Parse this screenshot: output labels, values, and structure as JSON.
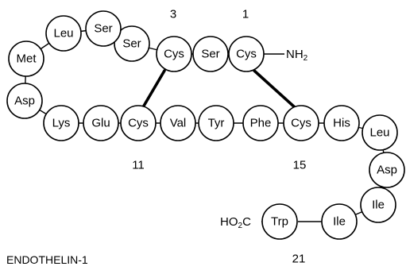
{
  "title": "ENDOTHELIN-1",
  "n_terminus": {
    "main": "NH",
    "sub": "2"
  },
  "c_terminus": {
    "pre": "HO",
    "sub": "2",
    "post": "C"
  },
  "residues": [
    "Cys",
    "Ser",
    "Cys",
    "Ser",
    "Ser",
    "Leu",
    "Met",
    "Asp",
    "Lys",
    "Glu",
    "Cys",
    "Val",
    "Tyr",
    "Phe",
    "Cys",
    "His",
    "Leu",
    "Asp",
    "Ile",
    "Ile",
    "Trp"
  ],
  "position_labels": [
    "1",
    "3",
    "11",
    "15",
    "21"
  ],
  "disulfide_bonds": [
    [
      1,
      15
    ],
    [
      3,
      11
    ]
  ]
}
